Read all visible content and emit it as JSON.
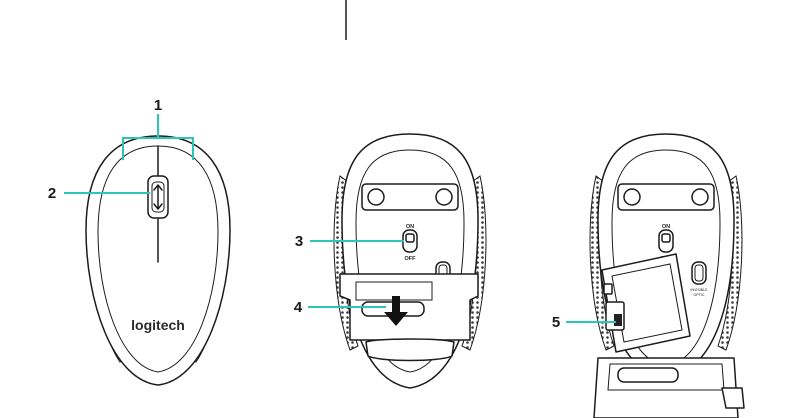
{
  "brand": "logitech",
  "callouts": [
    {
      "num": "1"
    },
    {
      "num": "2"
    },
    {
      "num": "3"
    },
    {
      "num": "4"
    },
    {
      "num": "5"
    }
  ],
  "switch_labels": {
    "on": "ON",
    "off": "OFF"
  },
  "sensor_label_line1": "INVISIBLE",
  "sensor_label_line2": "OPTIC",
  "colors": {
    "leader": "#2ec4b6",
    "outline": "#1c1c1c",
    "grip_texture": "#4a4a4a"
  }
}
